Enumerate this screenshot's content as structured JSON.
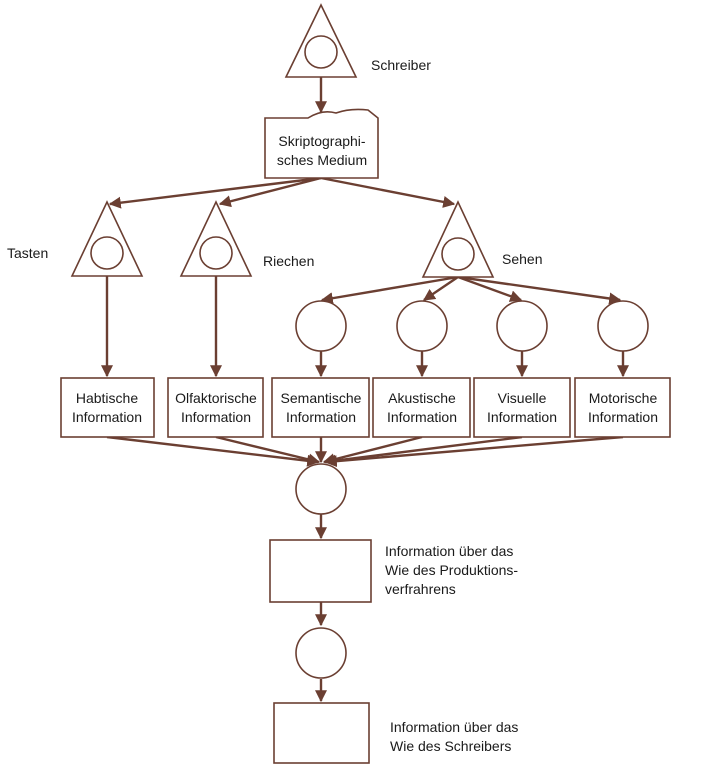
{
  "labels": {
    "schreiber": "Schreiber",
    "tasten": "Tasten",
    "riechen": "Riechen",
    "sehen": "Sehen"
  },
  "medium": {
    "line1": "Skriptographi-",
    "line2": "sches Medium"
  },
  "info_boxes": [
    {
      "line1": "Habtische",
      "line2": "Information"
    },
    {
      "line1": "Olfaktorische",
      "line2": "Information"
    },
    {
      "line1": "Semantische",
      "line2": "Information"
    },
    {
      "line1": "Akustische",
      "line2": "Information"
    },
    {
      "line1": "Visuelle",
      "line2": "Information"
    },
    {
      "line1": "Motorische",
      "line2": "Information"
    }
  ],
  "production_info": {
    "line1": "Information über das",
    "line2": "Wie des Produktions-",
    "line3": "verfrahrens"
  },
  "writer_info": {
    "line1": "Information über das",
    "line2": "Wie des Schreibers"
  },
  "colors": {
    "stroke": "#6b3f32",
    "text": "#1a1a1a",
    "background": "#ffffff"
  }
}
